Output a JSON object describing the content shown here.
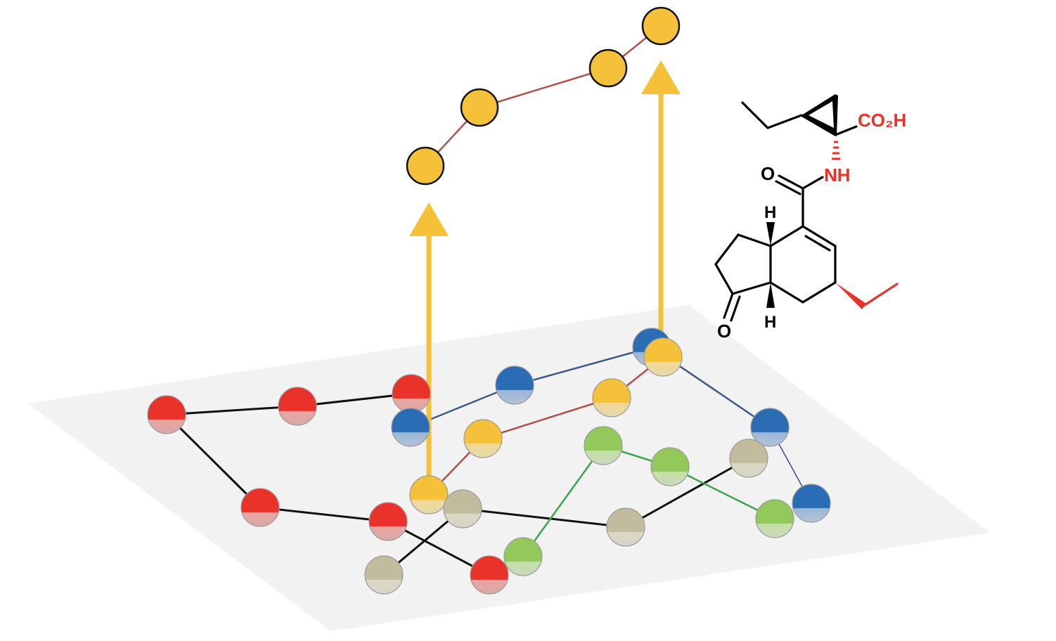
{
  "colors": {
    "plane": "#f2f2f2",
    "red": "#e8322a",
    "blue": "#2a6db5",
    "yellow": "#f5c138",
    "green": "#93c95a",
    "tan": "#c2bc9e",
    "black": "#111111",
    "link_black": "#111111",
    "link_blue": "#3a5a8c",
    "link_brown": "#b0504a",
    "link_green": "#3aa64a",
    "arrow": "#f5c138",
    "chem_black": "#000000",
    "chem_red": "#e8322a"
  },
  "molecule": {
    "labels": {
      "co2h": "CO₂H",
      "nh": "NH",
      "o_amide": "O",
      "o_ketone": "O",
      "h_top": "H",
      "h_bottom": "H"
    }
  }
}
